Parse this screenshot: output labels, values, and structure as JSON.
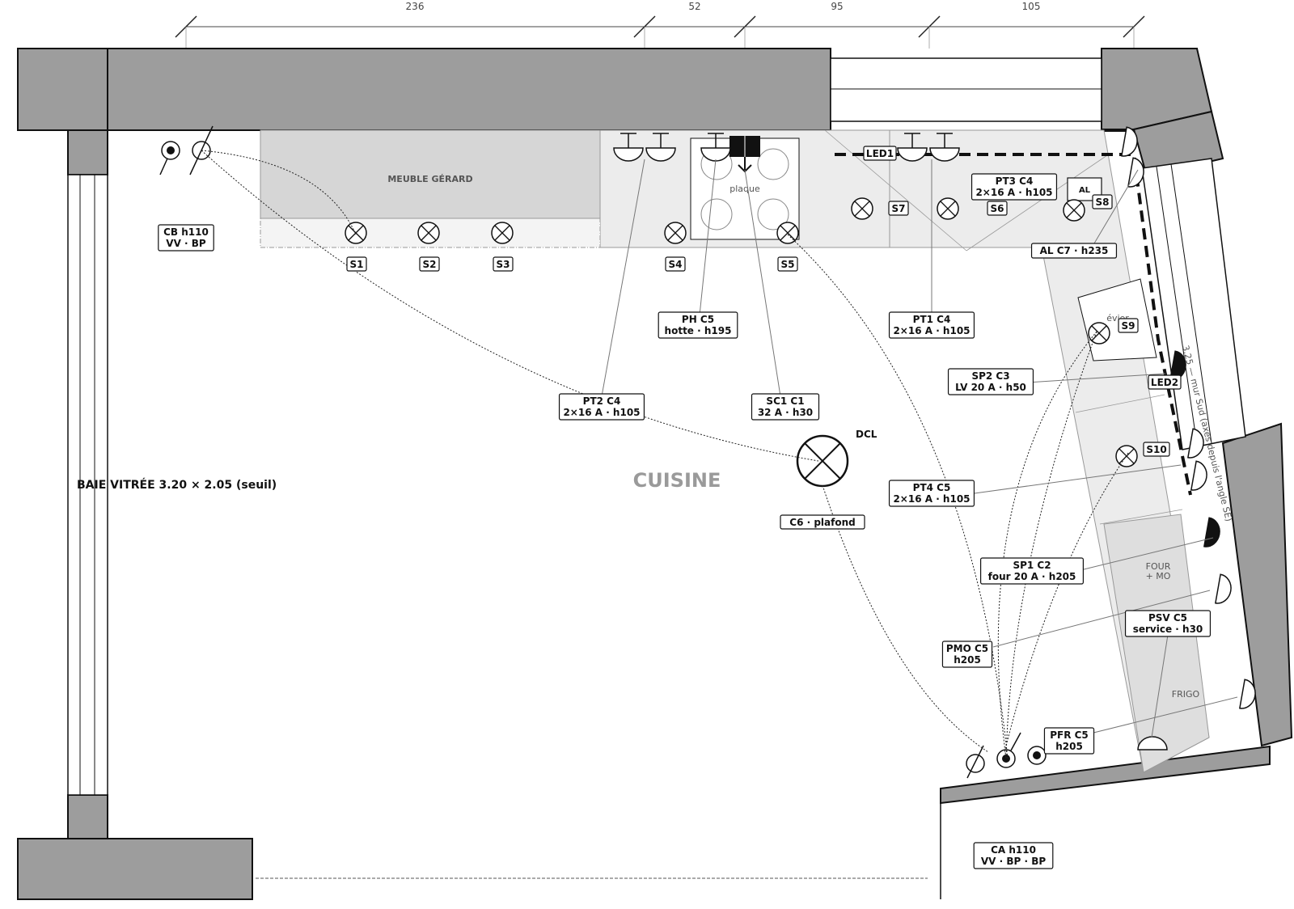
{
  "dimensions": [
    "236",
    "52",
    "95",
    "105"
  ],
  "furniture": {
    "meuble": "MEUBLE GÉRARD",
    "plaque": "plaque",
    "evier": "évier",
    "four": [
      "FOUR",
      "+ MO"
    ],
    "frigo": "FRIGO",
    "al": "AL"
  },
  "room": {
    "name": "CUISINE",
    "baie": "BAIE VITRÉE 3.20 × 2.05 (seuil)",
    "mur_sud": "3.25 — mur Sud (axes depuis l'angle SE)"
  },
  "ceiling": {
    "label": "DCL",
    "circuit": "C6 · plafond"
  },
  "spots": [
    {
      "id": "S1"
    },
    {
      "id": "S2"
    },
    {
      "id": "S3"
    },
    {
      "id": "S4"
    },
    {
      "id": "S5"
    },
    {
      "id": "S6"
    },
    {
      "id": "S7"
    },
    {
      "id": "S8"
    },
    {
      "id": "S9"
    },
    {
      "id": "S10"
    }
  ],
  "leds": [
    "LED1",
    "LED2"
  ],
  "circuits": [
    {
      "lines": [
        "CB  h110",
        "VV · BP"
      ]
    },
    {
      "lines": [
        "PT3  C4",
        "2×16 A · h105"
      ]
    },
    {
      "lines": [
        "AL  C7 · h235"
      ]
    },
    {
      "lines": [
        "PH  C5",
        "hotte · h195"
      ]
    },
    {
      "lines": [
        "PT1  C4",
        "2×16 A · h105"
      ]
    },
    {
      "lines": [
        "SP2  C3",
        "LV 20 A · h50"
      ]
    },
    {
      "lines": [
        "PT2  C4",
        "2×16 A · h105"
      ]
    },
    {
      "lines": [
        "SC1  C1",
        "32 A · h30"
      ]
    },
    {
      "lines": [
        "PT4  C5",
        "2×16 A · h105"
      ]
    },
    {
      "lines": [
        "SP1  C2",
        "four 20 A · h205"
      ]
    },
    {
      "lines": [
        "PSV  C5",
        "service · h30"
      ]
    },
    {
      "lines": [
        "PMO  C5",
        "h205"
      ]
    },
    {
      "lines": [
        "PFR  C5",
        "h205"
      ]
    },
    {
      "lines": [
        "CA  h110",
        "VV · BP · BP"
      ]
    }
  ]
}
